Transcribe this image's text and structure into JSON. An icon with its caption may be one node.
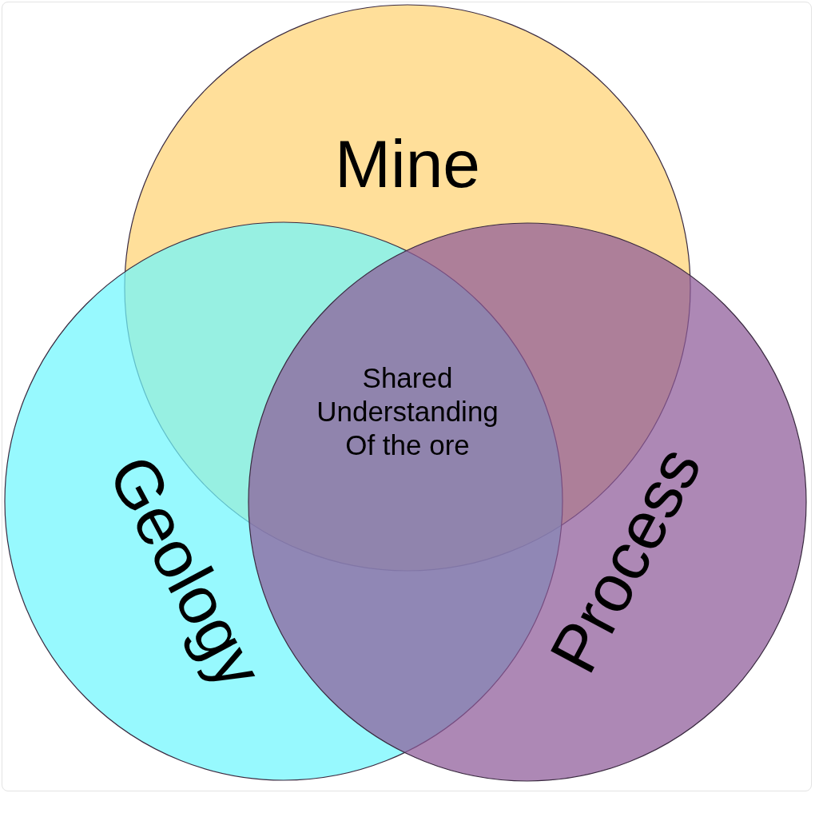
{
  "diagram": {
    "nodes": [
      {
        "text": [
          "Mine"
        ]
      },
      {
        "text": [
          "Geology"
        ]
      },
      {
        "text": [
          "Process"
        ]
      }
    ],
    "labels": [
      "Shared Understanding Of the ore"
    ]
  }
}
